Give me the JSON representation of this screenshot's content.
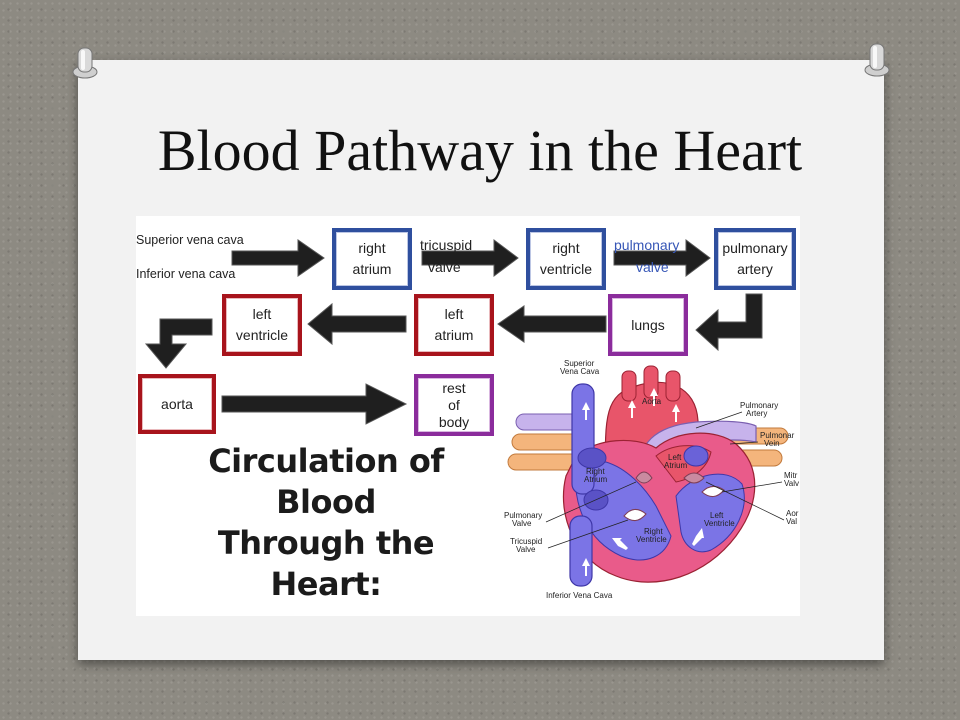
{
  "slide": {
    "title": "Blood Pathway in the Heart"
  },
  "flowchart": {
    "inputs": [
      "Superior vena cava",
      "Inferior vena cava"
    ],
    "row1": {
      "right_atrium": [
        "right",
        "atrium"
      ],
      "tricuspid_valve": [
        "tricuspid",
        "valve"
      ],
      "right_ventricle": [
        "right",
        "ventricle"
      ],
      "pulmonary_valve": [
        "pulmonary",
        "valve"
      ],
      "pulmonary_artery": [
        "pulmonary",
        "artery"
      ]
    },
    "row2": {
      "lungs": "lungs",
      "left_atrium": [
        "left",
        "atrium"
      ],
      "left_ventricle": [
        "left",
        "ventricle"
      ]
    },
    "row3": {
      "aorta": "aorta",
      "rest_of_body": [
        "rest",
        "of",
        "body"
      ]
    },
    "colors": {
      "blue_border": "#2f4f9e",
      "red_border": "#a8141c",
      "purple_border": "#8b2c9c",
      "arrow": "#1f1f1f"
    }
  },
  "caption": {
    "lines": [
      "Circulation of",
      "Blood",
      "Through the",
      "Heart:"
    ]
  },
  "heart_diagram": {
    "labels": {
      "superior_vena_cava": [
        "Superior",
        "Vena Cava"
      ],
      "aorta": "Aorta",
      "pulmonary_artery": [
        "Pulmonary",
        "Artery"
      ],
      "pulmonary_vein": [
        "Pulmonar",
        "Vein"
      ],
      "left_atrium": [
        "Left",
        "Atrium"
      ],
      "mitral_valve": [
        "Mitr",
        "Valv"
      ],
      "right_atrium": [
        "Right",
        "Atrium"
      ],
      "left_ventricle": [
        "Left",
        "Ventricle"
      ],
      "aortic_valve": [
        "Aor",
        "Val"
      ],
      "pulmonary_valve": [
        "Pulmonary",
        "Valve"
      ],
      "right_ventricle": [
        "Right",
        "Ventricle"
      ],
      "tricuspid_valve": [
        "Tricuspid",
        "Valve"
      ],
      "inferior_vena_cava": "Inferior Vena Cava"
    },
    "colors": {
      "oxygenated": "#e8556a",
      "deoxygenated": "#7b74e6",
      "vessel_orange": "#f4b57c",
      "vessel_lavender": "#c7b3ec",
      "valve": "#c98aa0"
    }
  }
}
